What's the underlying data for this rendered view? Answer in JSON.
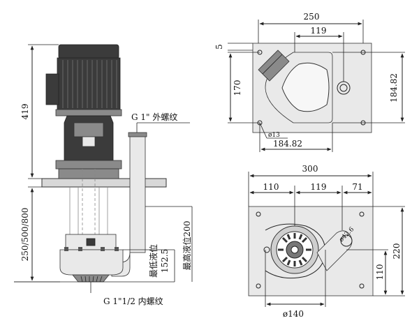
{
  "left_view": {
    "height_label": "419",
    "depth_label": "250/500/800",
    "outer_thread_label": "G 1\" 外螺纹",
    "inner_thread_label": "G 1\"1/2 内螺纹",
    "min_level_label": "最低液位",
    "min_level_value": "152.5",
    "max_level_label": "最高液位200"
  },
  "top_view": {
    "width_label": "250",
    "inner_width_label": "119",
    "offset_label": "5",
    "height_label": "170",
    "right_height_label": "184.82",
    "bottom_width_label": "184.82",
    "hole_label": "ø13"
  },
  "bottom_view": {
    "width_label": "300",
    "dim_left": "110",
    "dim_mid": "119",
    "dim_right": "71",
    "outlet_label": "ø42.6",
    "height_label": "220",
    "inner_height_label": "110",
    "diameter_label": "ø140"
  }
}
